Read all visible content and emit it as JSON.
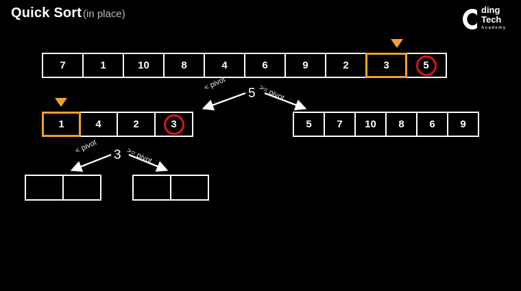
{
  "header": {
    "title": "Quick Sort",
    "subtitle": "(in place)"
  },
  "logo": {
    "mark": "c-logo-icon",
    "line1": "ding",
    "line2": "Tech",
    "line3": "Academy"
  },
  "colors": {
    "background": "#000000",
    "cell_border": "#ffffff",
    "pivot_border": "#f0a32a",
    "pivot_marker": "#f0a32a",
    "highlight_ring": "#e01020",
    "text": "#ffffff",
    "subtitle_text": "#b9b9b9"
  },
  "arrays": {
    "main": {
      "name": "main-array",
      "values": [
        "7",
        "1",
        "10",
        "8",
        "4",
        "6",
        "9",
        "2",
        "3",
        "5"
      ],
      "pivot_index": 8,
      "marked_index": 9
    },
    "left_partition": {
      "name": "left-partition-array",
      "values": [
        "1",
        "4",
        "2",
        "3"
      ],
      "pivot_index": 0,
      "marked_index": 3
    },
    "right_partition": {
      "name": "right-partition-array",
      "values": [
        "5",
        "7",
        "10",
        "8",
        "6",
        "9"
      ],
      "pivot_index": -1,
      "marked_index": -1
    },
    "left_left_partition": {
      "name": "left-left-partition-array",
      "values": [
        "",
        ""
      ],
      "pivot_index": -1,
      "marked_index": -1
    },
    "left_right_partition": {
      "name": "left-right-partition-array",
      "values": [
        "",
        ""
      ],
      "pivot_index": -1,
      "marked_index": -1
    }
  },
  "splits": {
    "level1": {
      "pivot_value": "5",
      "left_label": "< pivot",
      "right_label": ">= pivot"
    },
    "level2": {
      "pivot_value": "3",
      "left_label": "< pivot",
      "right_label": ">= pivot"
    }
  }
}
